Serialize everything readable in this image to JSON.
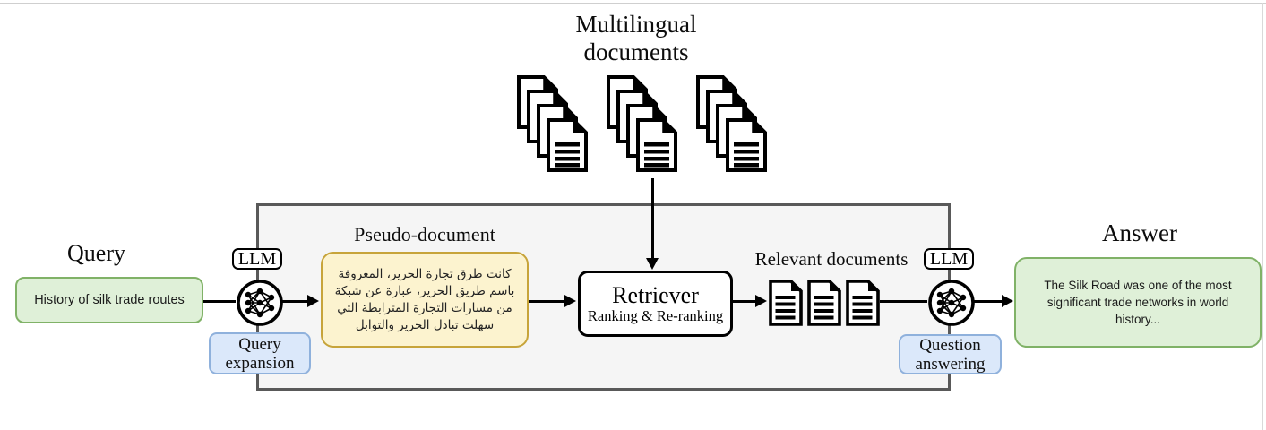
{
  "figure": {
    "type": "pipeline-diagram",
    "description_visible_only": true
  },
  "corpus": {
    "label": "Multilingual documents",
    "stack_count": 3,
    "stack_icon": "document-stack-icon"
  },
  "query": {
    "title": "Query",
    "text": "History of silk trade routes"
  },
  "query_expansion": {
    "llm_label": "LLM",
    "role_label": "Query expansion",
    "icon": "neural-network-icon"
  },
  "pseudo_document": {
    "title": "Pseudo-document",
    "text": "كانت طرق تجارة الحرير، المعروفة باسم طريق الحرير، عبارة عن شبكة من مسارات التجارة المترابطة التي سهلت تبادل الحرير والتوابل"
  },
  "retriever": {
    "title": "Retriever",
    "subtitle": "Ranking & Re-ranking"
  },
  "relevant_documents": {
    "label": "Relevant documents",
    "doc_count": 3,
    "doc_icon": "document-icon"
  },
  "question_answering": {
    "llm_label": "LLM",
    "role_label": "Question answering",
    "icon": "neural-network-icon"
  },
  "answer": {
    "title": "Answer",
    "text": "The Silk Road was one of the most significant trade networks in world history..."
  },
  "colors": {
    "container_border": "#595959",
    "container_fill": "#f5f5f5",
    "green_fill": "#dff0d8",
    "green_border": "#80b267",
    "yellow_fill": "#fcf3cf",
    "yellow_border": "#c7a43a",
    "blue_fill": "#dbe8fa",
    "blue_border": "#8fb1dc",
    "flow_line": "#000000"
  }
}
